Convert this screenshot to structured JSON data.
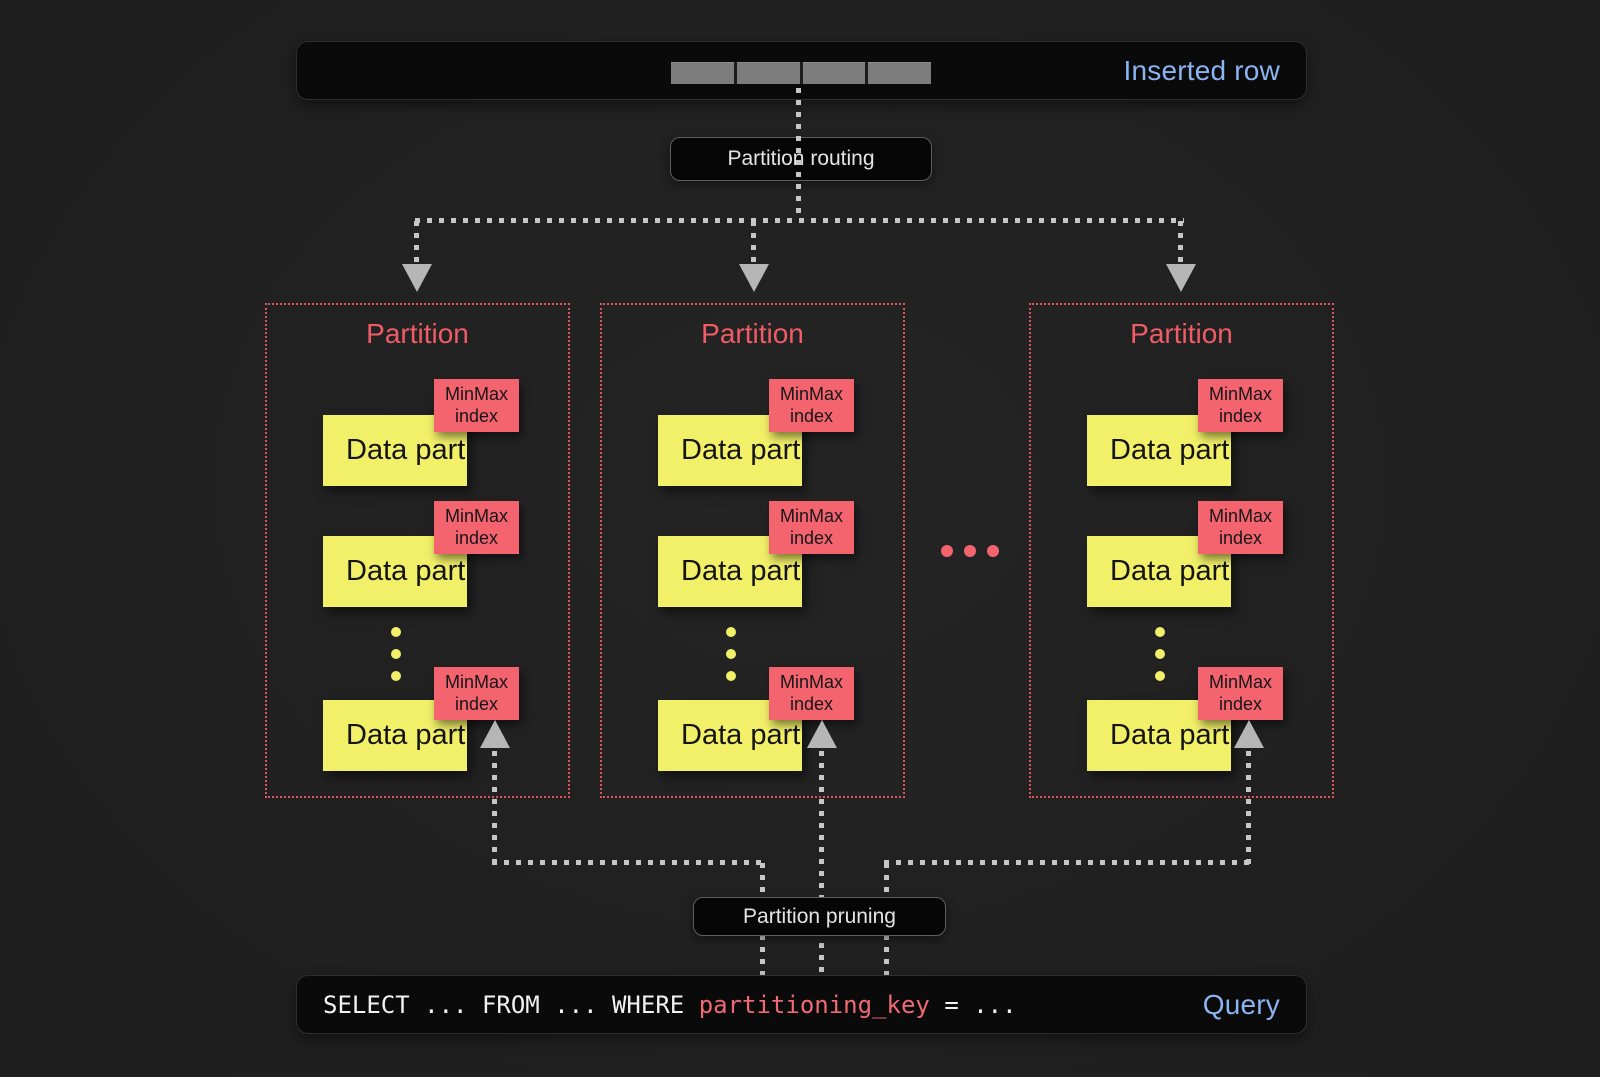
{
  "inserted_row_bar": {
    "label": "Inserted row",
    "segment_count": 4
  },
  "flow_labels": {
    "routing": "Partition routing",
    "pruning": "Partition pruning"
  },
  "partitions": [
    {
      "title": "Partition",
      "parts": [
        {
          "label": "Data part",
          "tag": "MinMax index"
        },
        {
          "label": "Data part",
          "tag": "MinMax index"
        },
        {
          "label": "Data part",
          "tag": "MinMax index"
        }
      ]
    },
    {
      "title": "Partition",
      "parts": [
        {
          "label": "Data part",
          "tag": "MinMax index"
        },
        {
          "label": "Data part",
          "tag": "MinMax index"
        },
        {
          "label": "Data part",
          "tag": "MinMax index"
        }
      ]
    },
    {
      "title": "Partition",
      "parts": [
        {
          "label": "Data part",
          "tag": "MinMax index"
        },
        {
          "label": "Data part",
          "tag": "MinMax index"
        },
        {
          "label": "Data part",
          "tag": "MinMax index"
        }
      ]
    }
  ],
  "query_bar": {
    "sql_pre": "SELECT ... FROM ... WHERE ",
    "sql_key": "partitioning_key",
    "sql_post": " = ...",
    "label": "Query"
  },
  "icons": {
    "partition_separator_ellipsis": "three-red-dots",
    "more_data_parts_ellipsis": "three-yellow-dots",
    "flow_connector": "gray-dashed-arrow"
  },
  "colors": {
    "accent_blue": "#8ab4f2",
    "partition_red": "#f05c66",
    "tag_red": "#f3646e",
    "datapart_yellow": "#f2f068",
    "sql_key_red": "#ef6a73",
    "connector_gray": "#c7c7c7",
    "bar_bg": "#0a0a0a"
  }
}
